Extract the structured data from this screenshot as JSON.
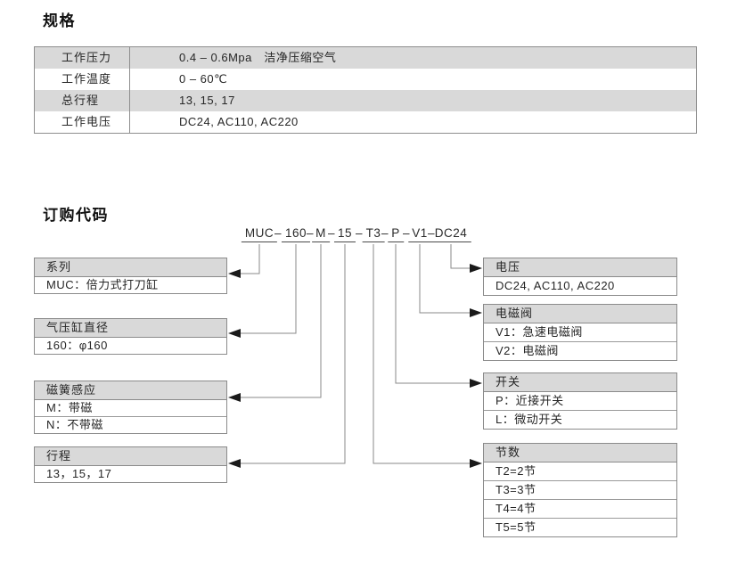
{
  "colors": {
    "header_gray": "#d9d9d9",
    "border_gray": "#8b8b8b",
    "line_gray": "#8a8a8a",
    "arrow_black": "#1a1a1a",
    "text": "#262626"
  },
  "spec": {
    "title": "规格",
    "table": {
      "rows": [
        {
          "label": "工作压力",
          "value": "0.4 – 0.6Mpa　洁净压缩空气"
        },
        {
          "label": "工作温度",
          "value": "0 – 60℃"
        },
        {
          "label": "总行程",
          "value": "13, 15, 17"
        },
        {
          "label": "工作电压",
          "value": "DC24, AC110, AC220"
        }
      ]
    }
  },
  "order": {
    "title": "订购代码",
    "code": {
      "segments": [
        "MUC",
        "160",
        "M",
        "15",
        "T3",
        "P",
        "V1",
        "DC24"
      ],
      "separator": "–"
    },
    "left_boxes": [
      {
        "header": "系列",
        "rows": [
          "MUC：倍力式打刀缸"
        ]
      },
      {
        "header": "气压缸直径",
        "rows": [
          "160：φ160"
        ]
      },
      {
        "header": "磁簧感应",
        "rows": [
          "M：带磁",
          "N：不带磁"
        ]
      },
      {
        "header": "行程",
        "rows": [
          "13，15，17"
        ]
      }
    ],
    "right_boxes": [
      {
        "header": "电压",
        "rows": [
          "DC24, AC110, AC220"
        ]
      },
      {
        "header": "电磁阀",
        "rows": [
          "V1：急速电磁阀",
          "V2：电磁阀"
        ]
      },
      {
        "header": "开关",
        "rows": [
          "P：近接开关",
          "L：微动开关"
        ]
      },
      {
        "header": "节数",
        "rows": [
          "T2=2节",
          "T3=3节",
          "T4=4节",
          "T5=5节"
        ]
      }
    ]
  }
}
